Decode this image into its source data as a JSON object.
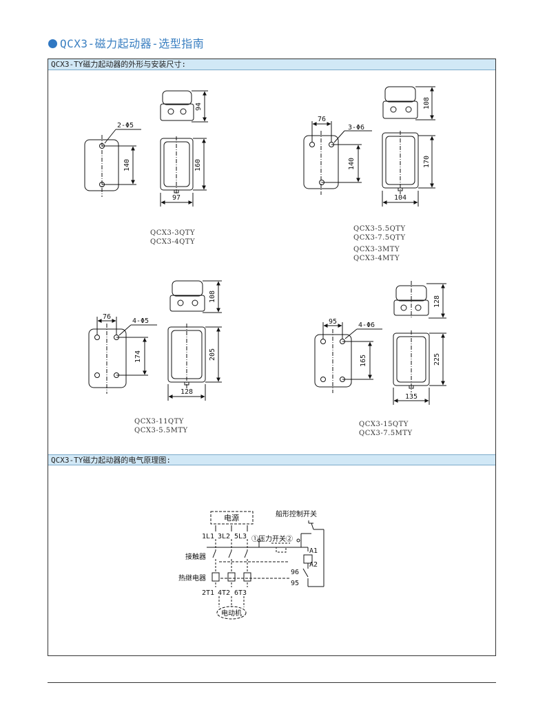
{
  "page_title": "QCX3-磁力起动器-选型指南",
  "section1": {
    "header": "QCX3-TY磁力起动器的外形与安装尺寸:"
  },
  "section2": {
    "header": "QCX3-TY磁力起动器的电气原理图:"
  },
  "drawings": [
    {
      "models": [
        "QCX3-3QTY",
        "QCX3-4QTY"
      ],
      "holes": "2-Φ5",
      "hole_spacing_h": "140",
      "height_top": "94",
      "height_front": "160",
      "width": "97"
    },
    {
      "models": [
        "QCX3-5.5QTY",
        "QCX3-7.5QTY",
        "QCX3-3MTY",
        "QCX3-4MTY"
      ],
      "holes": "3-Φ6",
      "hole_spacing_w": "76",
      "hole_spacing_h": "140",
      "height_top": "108",
      "height_front": "170",
      "width": "104"
    },
    {
      "models": [
        "QCX3-11QTY",
        "QCX3-5.5MTY"
      ],
      "holes": "4-Φ5",
      "hole_spacing_w": "76",
      "hole_spacing_h": "174",
      "height_top": "108",
      "height_front": "205",
      "width": "128"
    },
    {
      "models": [
        "QCX3-15QTY",
        "QCX3-7.5MTY"
      ],
      "holes": "4-Φ6",
      "hole_spacing_w": "95",
      "hole_spacing_h": "165",
      "height_top": "128",
      "height_front": "225",
      "width": "135"
    }
  ],
  "circuit": {
    "power": "电源",
    "switch": "船形控制开关",
    "l_terminals": [
      "1L1",
      "3L2",
      "5L3"
    ],
    "t_terminals": [
      "2T1",
      "4T2",
      "6T3"
    ],
    "pressure": "①压力开关②",
    "a1": "A1",
    "a2": "A2",
    "t96": "96",
    "t95": "95",
    "contactor": "接触器",
    "relay": "热继电器",
    "motor": "电动机"
  }
}
